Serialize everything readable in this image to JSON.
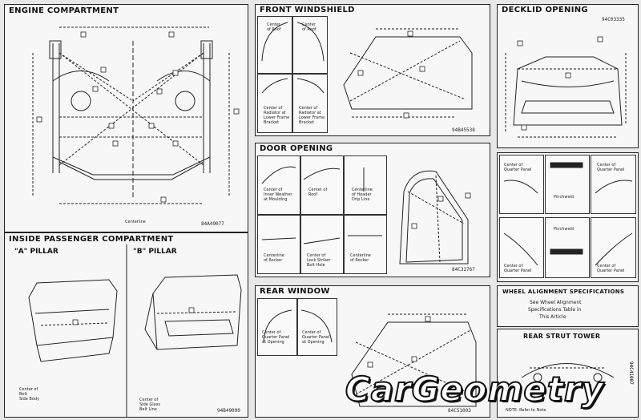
{
  "panels": {
    "engine": {
      "title": "ENGINE COMPARTMENT",
      "code": "84A49077",
      "bottom_label": "Centerline"
    },
    "windshield": {
      "title": "FRONT WINDSHIELD",
      "code": "94B45538",
      "notes": [
        "Center\nof Roof",
        "Center\nof Roof",
        "Center of\nRadiator at\nLower Frame\nBracket",
        "Center of\nRadiator at\nLower Frame\nBracket"
      ]
    },
    "decklid": {
      "title": "DECKLID OPENING",
      "code": "94C03335"
    },
    "door": {
      "title": "DOOR OPENING",
      "code": "84C32767",
      "notes": [
        "Center of\nInner Weather\nat Moulding",
        "Center of\nRoof",
        "Centerline\nof Header\nDrip Line",
        "Centerline\nof Rocker",
        "Center of\nLock Striker\nBolt Hole",
        "Centerline\nof Rocker"
      ]
    },
    "passenger": {
      "title": "INSIDE PASSENGER COMPARTMENT",
      "a_pillar": "\"A\" PILLAR",
      "b_pillar": "\"B\" PILLAR",
      "code": "94B49090",
      "notes": [
        "Center of\nBelt\nSide Body",
        "Center of\nSide Glass\nBelt Line"
      ]
    },
    "rear_window": {
      "title": "REAR WINDOW",
      "code": "84C51003",
      "notes": [
        "Center of\nQuarter Panel\nat Opening",
        "Center of\nQuarter Panel\nat Opening"
      ]
    },
    "quarter": {
      "notes": [
        "Center of\nQuarter Panel",
        "Center of\nQuarter Panel",
        "Pinchweld",
        "Pinchweld",
        "Center of\nQuarter Panel",
        "Center of\nQuarter Panel"
      ]
    },
    "alignment": {
      "title": "WHEEL ALIGNMENT SPECIFICATIONS",
      "lines": [
        "See Wheel Alignment",
        "Specifications Table in",
        "This Article"
      ]
    },
    "strut": {
      "title": "REAR STRUT TOWER"
    },
    "side_code": "94C41007",
    "footer_note": "NOTE: Refer to Note"
  },
  "watermark": "CarGeometry",
  "colors": {
    "line": "#222222",
    "paper": "#f7f7f7",
    "background": "#e8e8e8"
  }
}
